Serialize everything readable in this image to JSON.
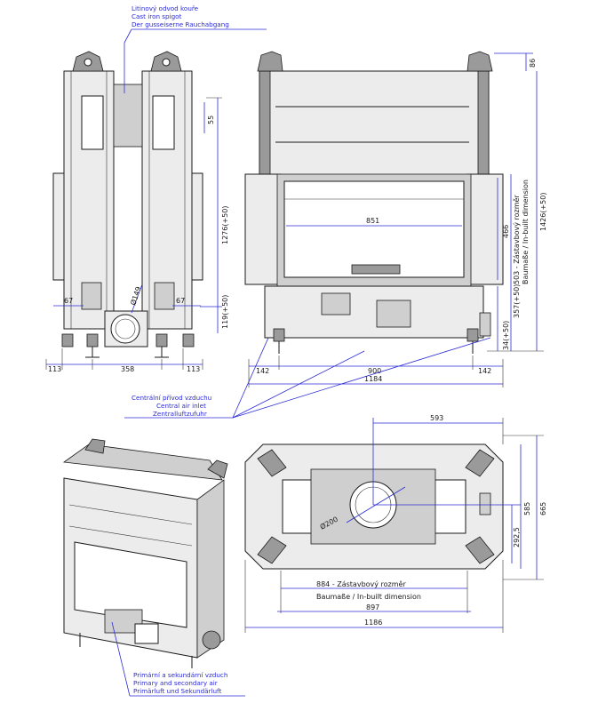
{
  "notes": {
    "flue": [
      "Litinový odvod kouře",
      "Cast iron spigot",
      "Der gusseiserne Rauchabgang"
    ],
    "central_air": [
      "Centrální přívod vzduchu",
      "Central air inlet",
      "Zentralluftzufuhr"
    ],
    "primary_air": [
      "Primární a sekundární vzduch",
      "Primary and secondary air",
      "Primärluft und Sekundärluft"
    ]
  },
  "dimensions": {
    "side_55": "55",
    "side_1276": "1276(+50)",
    "side_149": "Ø149",
    "side_67_left": "67",
    "side_67_right": "67",
    "side_119": "119(+50)",
    "side_113_left": "113",
    "side_358": "358",
    "side_113_right": "113",
    "front_86": "86",
    "front_851": "851",
    "front_466": "466",
    "front_503": "503 - Zástavbový rozměr",
    "front_503_de": "Baumaße / In-built dimension",
    "front_1426": "1426(+50)",
    "front_34": "34(+50)",
    "front_357": "357(+50)",
    "front_142_left": "142",
    "front_900": "900",
    "front_142_right": "142",
    "front_1184": "1184",
    "plan_593": "593",
    "plan_200": "Ø200",
    "plan_585": "585",
    "plan_665": "665",
    "plan_292": "292,5",
    "plan_884": "884 - Zástavbový rozměr",
    "plan_884_de": "Baumaße / In-built dimension",
    "plan_897": "897",
    "plan_1186": "1186"
  }
}
